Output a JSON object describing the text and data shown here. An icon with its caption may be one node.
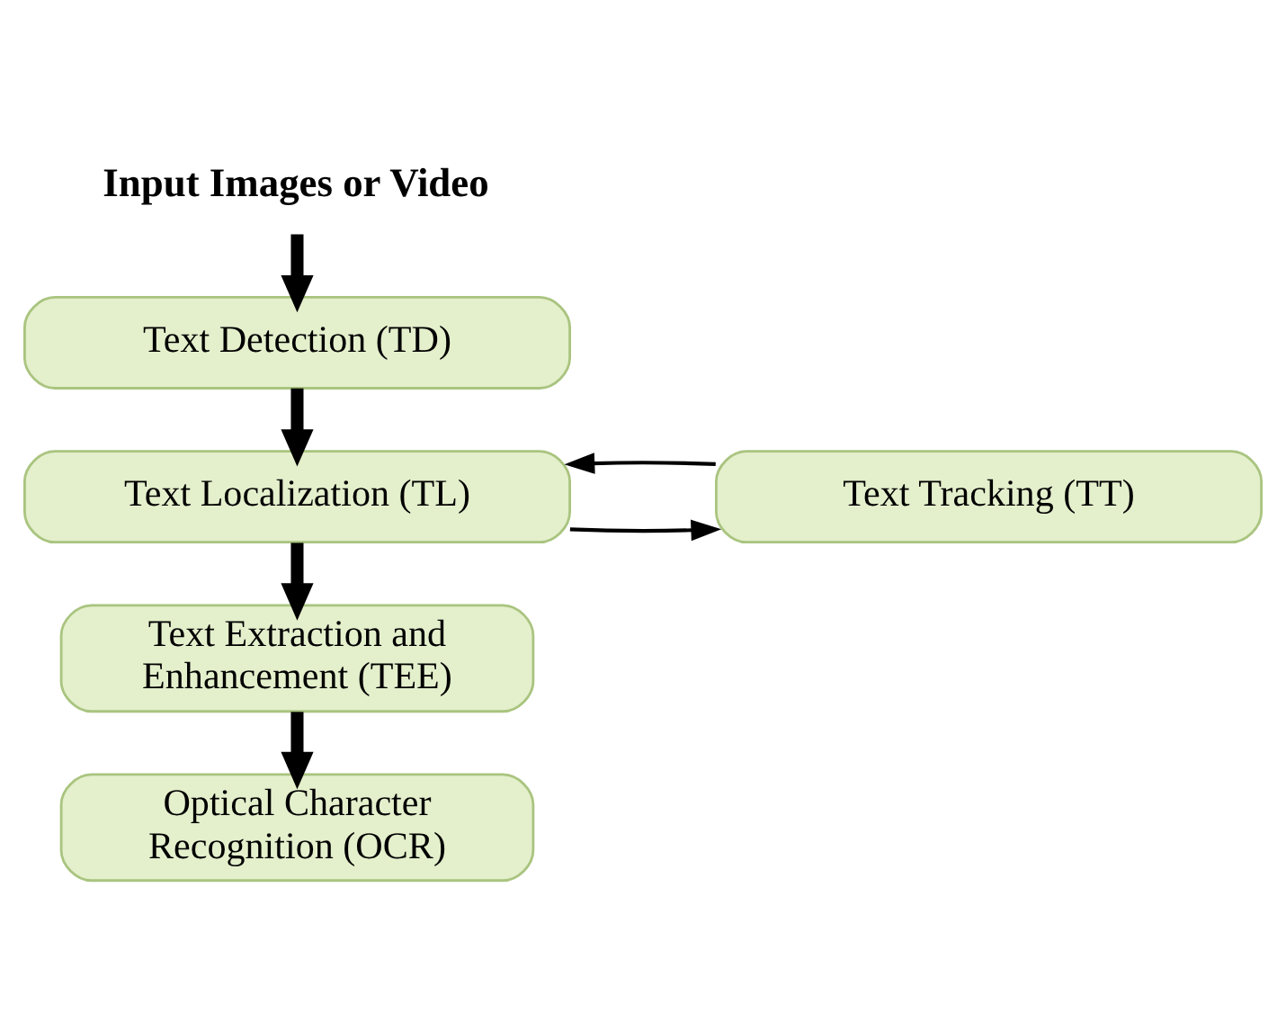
{
  "diagram": {
    "nodes": [
      {
        "text": [
          "Input Images or Video"
        ]
      },
      {
        "text": [
          "Text Detection (TD)"
        ]
      },
      {
        "text": [
          "Text Localization (TL)"
        ]
      },
      {
        "text": [
          "Text Tracking (TT)"
        ]
      },
      {
        "text": [
          "Text Extraction and Enhancement (TEE)"
        ]
      },
      {
        "text": [
          "Optical Character Recognition (OCR)"
        ]
      }
    ],
    "edges": [
      {
        "from": 0,
        "to": 1,
        "arrow": "to"
      },
      {
        "from": 1,
        "to": 2,
        "arrow": "to"
      },
      {
        "from": 2,
        "to": 3,
        "arrow": "to"
      },
      {
        "from": 3,
        "to": 2,
        "arrow": "to"
      },
      {
        "from": 2,
        "to": 4,
        "arrow": "to"
      },
      {
        "from": 4,
        "to": 5,
        "arrow": "to"
      }
    ]
  }
}
